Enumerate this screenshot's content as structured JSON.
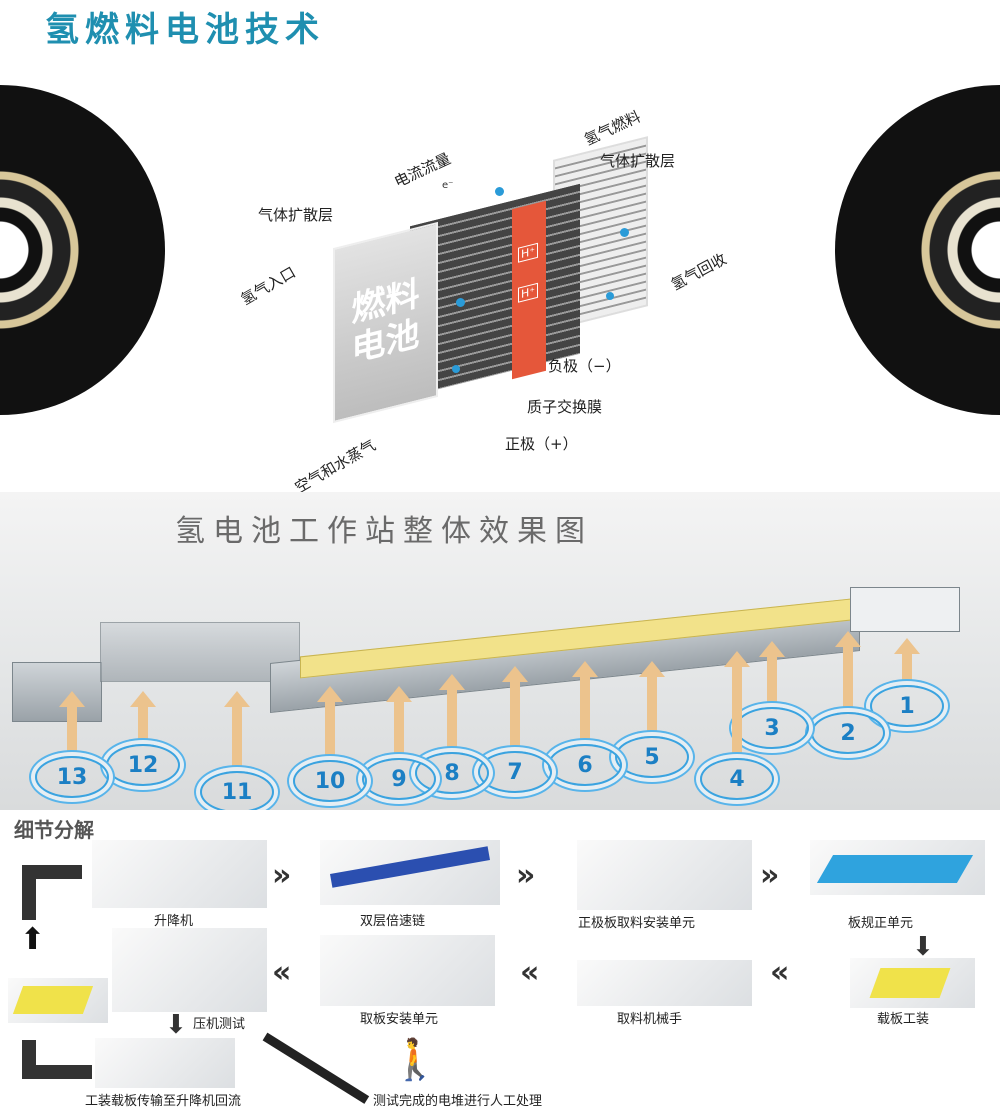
{
  "title": "氢燃料电池技术",
  "diagram": {
    "labels": {
      "hydrogen_fuel": "氢气燃料",
      "current_flow": "电流流量",
      "gas_diffusion_left": "气体扩散层",
      "gas_diffusion_right": "气体扩散层",
      "hydrogen_inlet": "氢气入口",
      "hydrogen_recovery": "氢气回收",
      "negative": "负极（−）",
      "membrane": "质子交换膜",
      "positive": "正极（+）",
      "air_vapor": "空气和水蒸气",
      "fuel_cell_line1": "燃料",
      "fuel_cell_line2": "电池",
      "h_ion": "H⁺",
      "electron": "e⁻"
    },
    "colors": {
      "membrane": "#e5573a",
      "dots": "#2a9bd8"
    }
  },
  "workstation": {
    "title": "氢电池工作站整体效果图",
    "stations": [
      "1",
      "2",
      "3",
      "4",
      "5",
      "6",
      "7",
      "8",
      "9",
      "10",
      "11",
      "12",
      "13"
    ],
    "colors": {
      "arrow": "#ecc38d",
      "circle": "#3aa3e0"
    }
  },
  "details": {
    "title": "细节分解",
    "steps": {
      "lift": "升降机",
      "chain": "双层倍速链",
      "anode_unit": "正极板取料安装单元",
      "plate_align": "板规正单元",
      "carrier": "载板工装",
      "picker": "取料机械手",
      "plate_install": "取板安装单元",
      "press_test": "压机测试",
      "return": "工装载板传输至升降机回流",
      "manual": "测试完成的电堆进行人工处理"
    }
  }
}
